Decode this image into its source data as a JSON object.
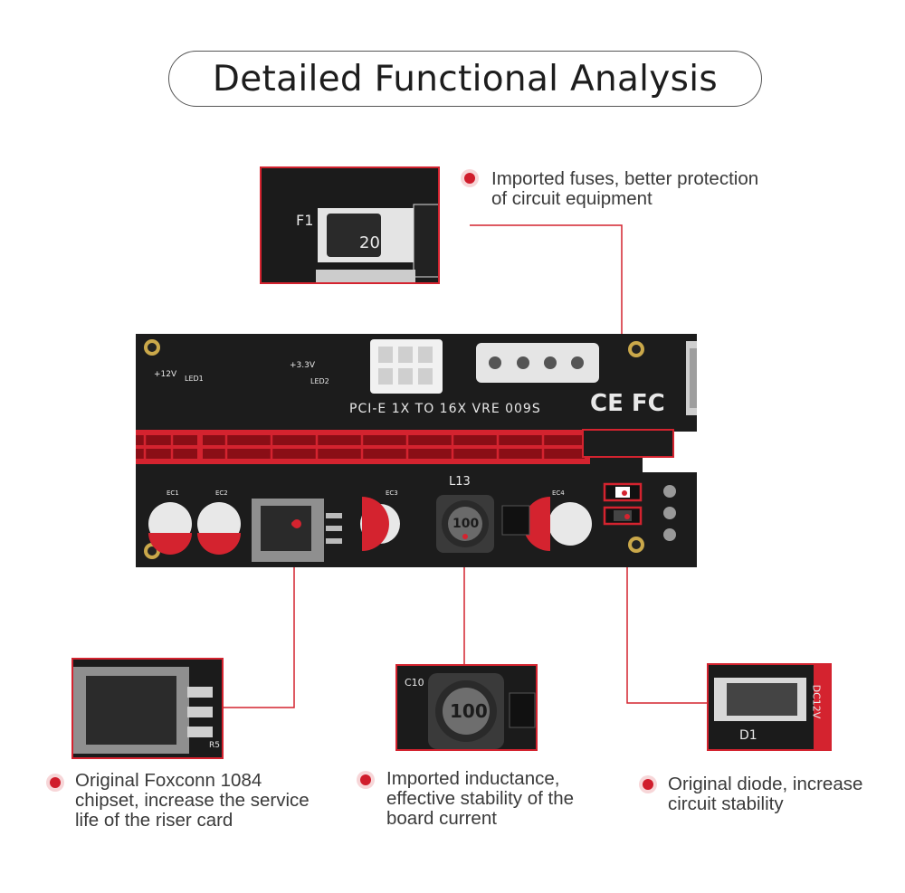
{
  "title": "Detailed Functional Analysis",
  "callouts": {
    "fuse": {
      "line1": "Imported fuses, better protection",
      "line2": "of circuit equipment"
    },
    "chipset": {
      "line1": "Original Foxconn 1084",
      "line2": "chipset, increase the service",
      "line3": "life of the riser card"
    },
    "inductance": {
      "line1": "Imported inductance,",
      "line2": "effective stability of the",
      "line3": "board current"
    },
    "diode": {
      "line1": "Original diode, increase",
      "line2": "circuit stability"
    }
  },
  "board": {
    "model_text": "PCI-E 1X TO 16X VRE 009S",
    "inductor_label": "L13",
    "inductor_marking": "100",
    "cert_marks": "CE FC",
    "plus12v": "+12V",
    "plus33v": "+3.3V",
    "led1": "LED1",
    "led2": "LED2",
    "cap_ec1": "EC1",
    "cap_ec2": "EC2",
    "cap_ec3": "EC3",
    "cap_ec4": "EC4"
  },
  "zoom": {
    "fuse_label": "F1",
    "fuse_marking": "20",
    "diode_label": "D1",
    "diode_side": "DC12V",
    "inductor_cap": "C10",
    "inductor_marking": "100",
    "chip_ref": "R5"
  },
  "colors": {
    "accent": "#d01d2c",
    "board": "#1b1b1b",
    "slot": "#d4232f"
  }
}
